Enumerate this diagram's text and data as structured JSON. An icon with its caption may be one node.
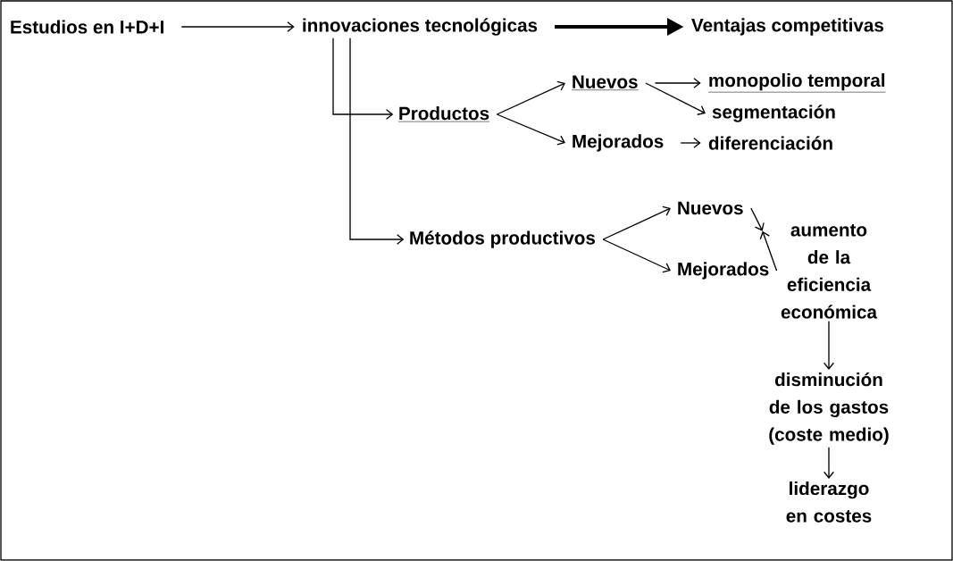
{
  "diagram": {
    "nodes": [
      {
        "text": [
          "Estudios en I+D+I"
        ]
      },
      {
        "text": [
          "innovaciones tecnológicas"
        ]
      },
      {
        "text": [
          "Ventajas competitivas"
        ]
      },
      {
        "text": [
          "Productos"
        ]
      },
      {
        "text": [
          "Nuevos"
        ]
      },
      {
        "text": [
          "monopolio temporal"
        ]
      },
      {
        "text": [
          "segmentación"
        ]
      },
      {
        "text": [
          "Mejorados"
        ]
      },
      {
        "text": [
          "diferenciación"
        ]
      },
      {
        "text": [
          "Métodos productivos"
        ]
      },
      {
        "text": [
          "Nuevos"
        ]
      },
      {
        "text": [
          "Mejorados"
        ]
      },
      {
        "text": [
          "aumento de la eficiencia económica"
        ]
      },
      {
        "text": [
          "disminución de los gastos (coste medio)"
        ]
      },
      {
        "text": [
          "liderazgo en costes"
        ]
      }
    ],
    "edges": [
      {
        "from": 0,
        "to": 1,
        "arrow": "to"
      },
      {
        "from": 1,
        "to": 2,
        "arrow": "to",
        "style": "thick"
      },
      {
        "from": 1,
        "to": 3,
        "arrow": "to"
      },
      {
        "from": 1,
        "to": 9,
        "arrow": "to"
      },
      {
        "from": 3,
        "to": 4,
        "arrow": "to"
      },
      {
        "from": 3,
        "to": 7,
        "arrow": "to"
      },
      {
        "from": 4,
        "to": 5,
        "arrow": "to"
      },
      {
        "from": 4,
        "to": 6,
        "arrow": "to"
      },
      {
        "from": 7,
        "to": 8,
        "arrow": "to"
      },
      {
        "from": 9,
        "to": 10,
        "arrow": "to"
      },
      {
        "from": 9,
        "to": 11,
        "arrow": "to"
      },
      {
        "from": 10,
        "to": 12,
        "arrow": "to"
      },
      {
        "from": 11,
        "to": 12,
        "arrow": "to"
      },
      {
        "from": 12,
        "to": 13,
        "arrow": "to"
      },
      {
        "from": 13,
        "to": 14,
        "arrow": "to"
      }
    ]
  }
}
